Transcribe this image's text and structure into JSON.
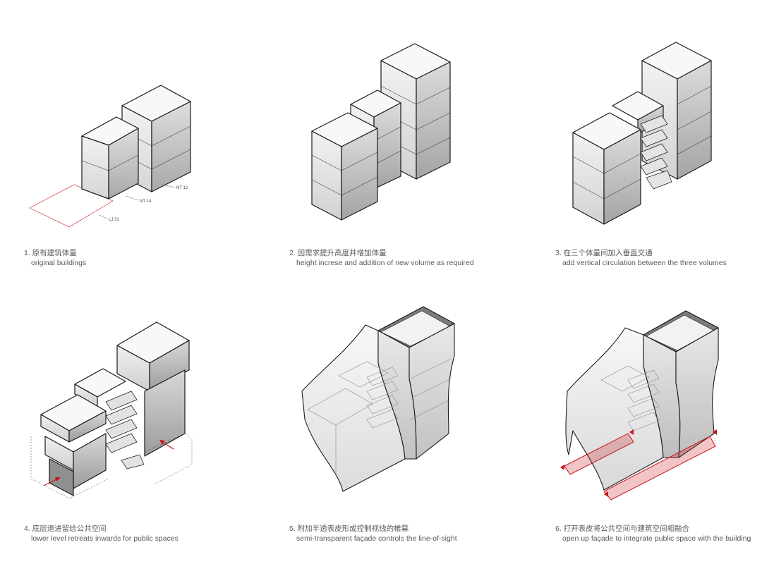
{
  "panels": [
    {
      "cn": "1. 原有建筑体量",
      "en": "original buildings",
      "labels": {
        "nt12": "NT 12",
        "nt14": "NT 14",
        "lj31": "LJ 31"
      }
    },
    {
      "cn": "2. 因需求提升高度并增加体量",
      "en": "height increse and addition of new volume as required"
    },
    {
      "cn": "3. 在三个体量间加入垂直交通",
      "en": "add vertical circulation between the three volumes"
    },
    {
      "cn": "4. 底层退进留给公共空间",
      "en": "lower level retreats inwards for public spaces"
    },
    {
      "cn": "5. 附加半透表皮形成控制视线的帷幕",
      "en": "semi-transparent façade controls the line-of-sight"
    },
    {
      "cn": "6. 打开表皮将公共空间与建筑空间相融合",
      "en": "open up façade to integrate public space with the building"
    }
  ],
  "colors": {
    "accent": "#c8161d",
    "line": "#1a1a1a",
    "fill_top": "#f7f7f7",
    "fill_side": "#cfcfcf"
  }
}
